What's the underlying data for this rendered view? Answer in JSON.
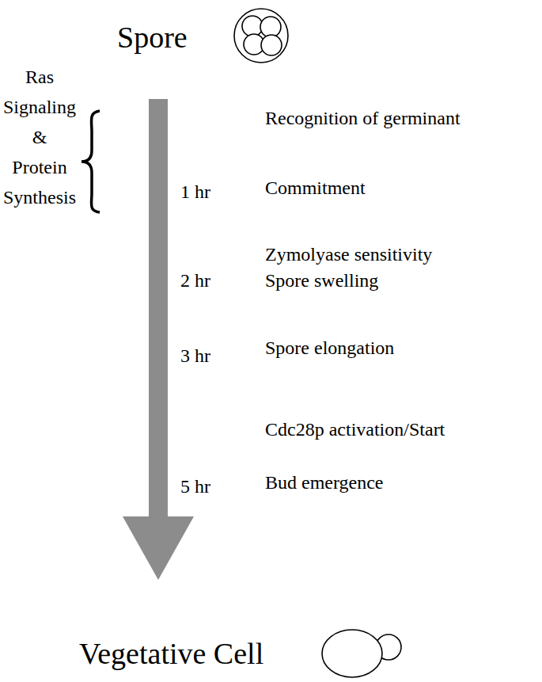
{
  "diagram": {
    "nodes": [
      {
        "text": [
          "Spore"
        ]
      },
      {
        "text": [
          "Vegetative Cell"
        ]
      }
    ],
    "edges": [
      {
        "from": 0,
        "to": 1,
        "arrow": "to"
      }
    ],
    "labels": [
      "Ras Signaling & Protein Synthesis",
      "Recognition of germinant",
      "1 hr",
      "Commitment",
      "2 hr",
      "Zymolyase sensitivity",
      "Spore swelling",
      "3 hr",
      "Spore elongation",
      "Cdc28p activation/Start",
      "5 hr",
      "Bud emergence"
    ]
  }
}
